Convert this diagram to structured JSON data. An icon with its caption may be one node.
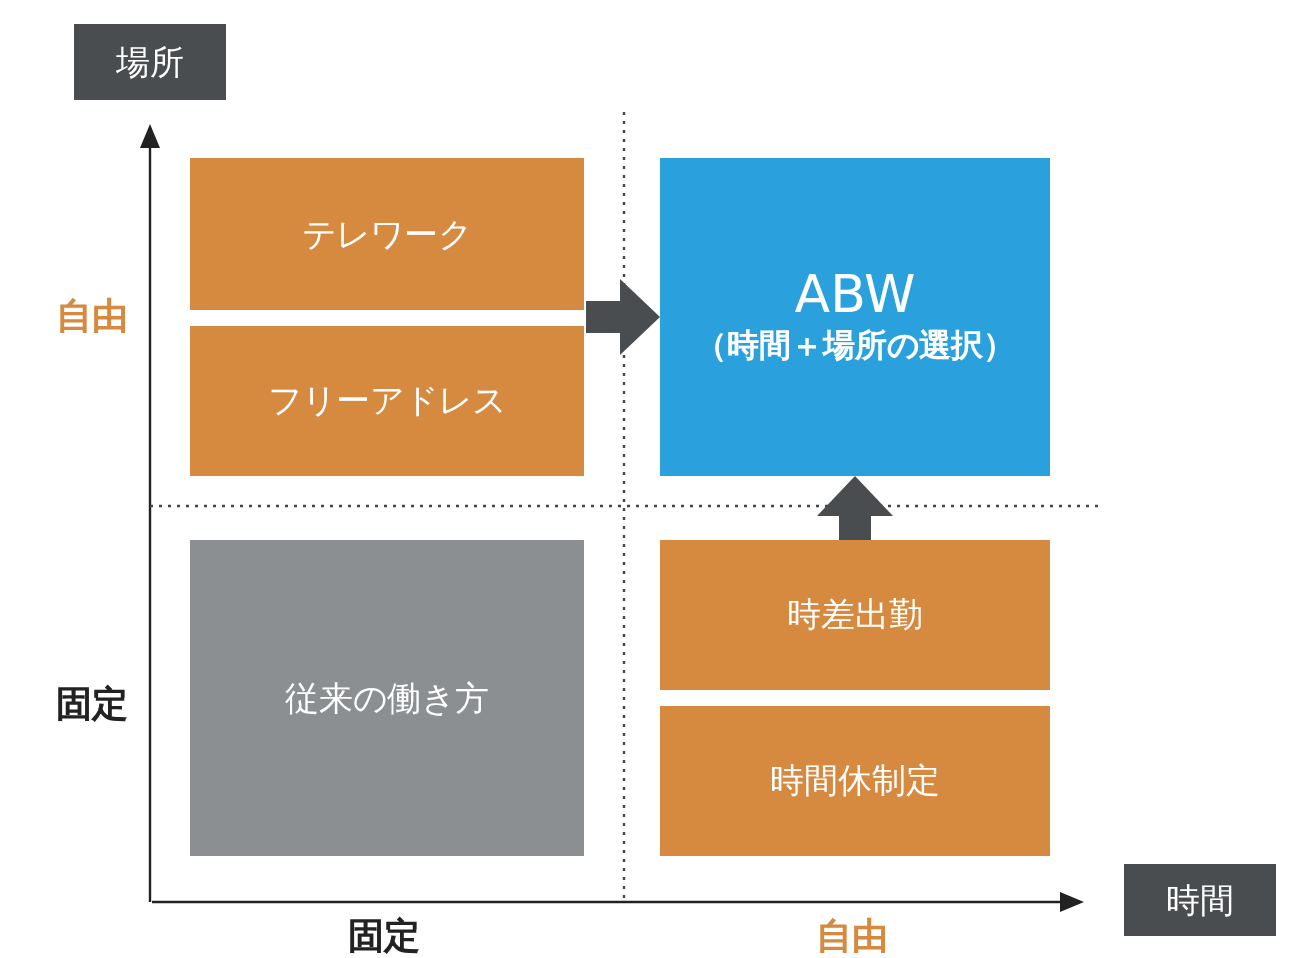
{
  "diagram": {
    "nodes": [
      {
        "text": [
          "場所"
        ]
      },
      {
        "text": [
          "テレワーク"
        ]
      },
      {
        "text": [
          "フリーアドレス"
        ]
      },
      {
        "text": [
          "ABW",
          "（時間＋場所の選択）"
        ]
      },
      {
        "text": [
          "従来の働き方"
        ]
      },
      {
        "text": [
          "時差出勤"
        ]
      },
      {
        "text": [
          "時間休制定"
        ]
      },
      {
        "text": [
          "時間"
        ]
      }
    ],
    "edges": [
      {
        "from": 1,
        "to": 3,
        "arrow": "to"
      },
      {
        "from": 2,
        "to": 3,
        "arrow": "to"
      },
      {
        "from": 5,
        "to": 3,
        "arrow": "to"
      }
    ],
    "labels": [
      "自由",
      "固定",
      "固定",
      "自由"
    ]
  }
}
